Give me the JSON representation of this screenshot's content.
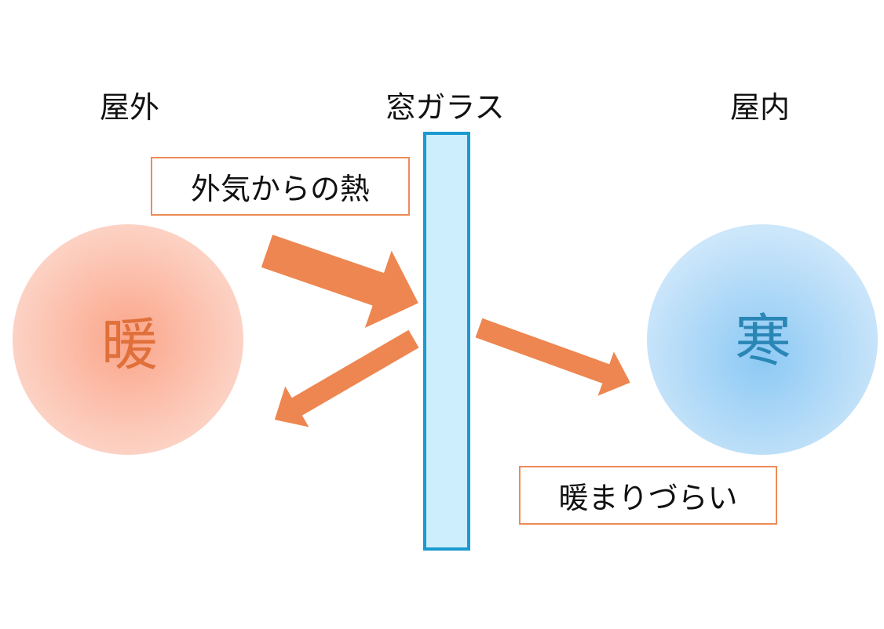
{
  "labels": {
    "outdoor": "屋外",
    "glass": "窓ガラス",
    "indoor": "屋内"
  },
  "boxes": {
    "heat_from_outside": "外気からの熱",
    "hard_to_warm": "暖まりづらい"
  },
  "circles": {
    "warm": "暖",
    "cold": "寒"
  },
  "colors": {
    "arrow": "#ed8650",
    "box_border": "#ed8b58",
    "glass_fill": "#cdeefc",
    "glass_stroke": "#1a9ad0",
    "warm_text": "#e0703a",
    "cold_text": "#2a86b5"
  }
}
